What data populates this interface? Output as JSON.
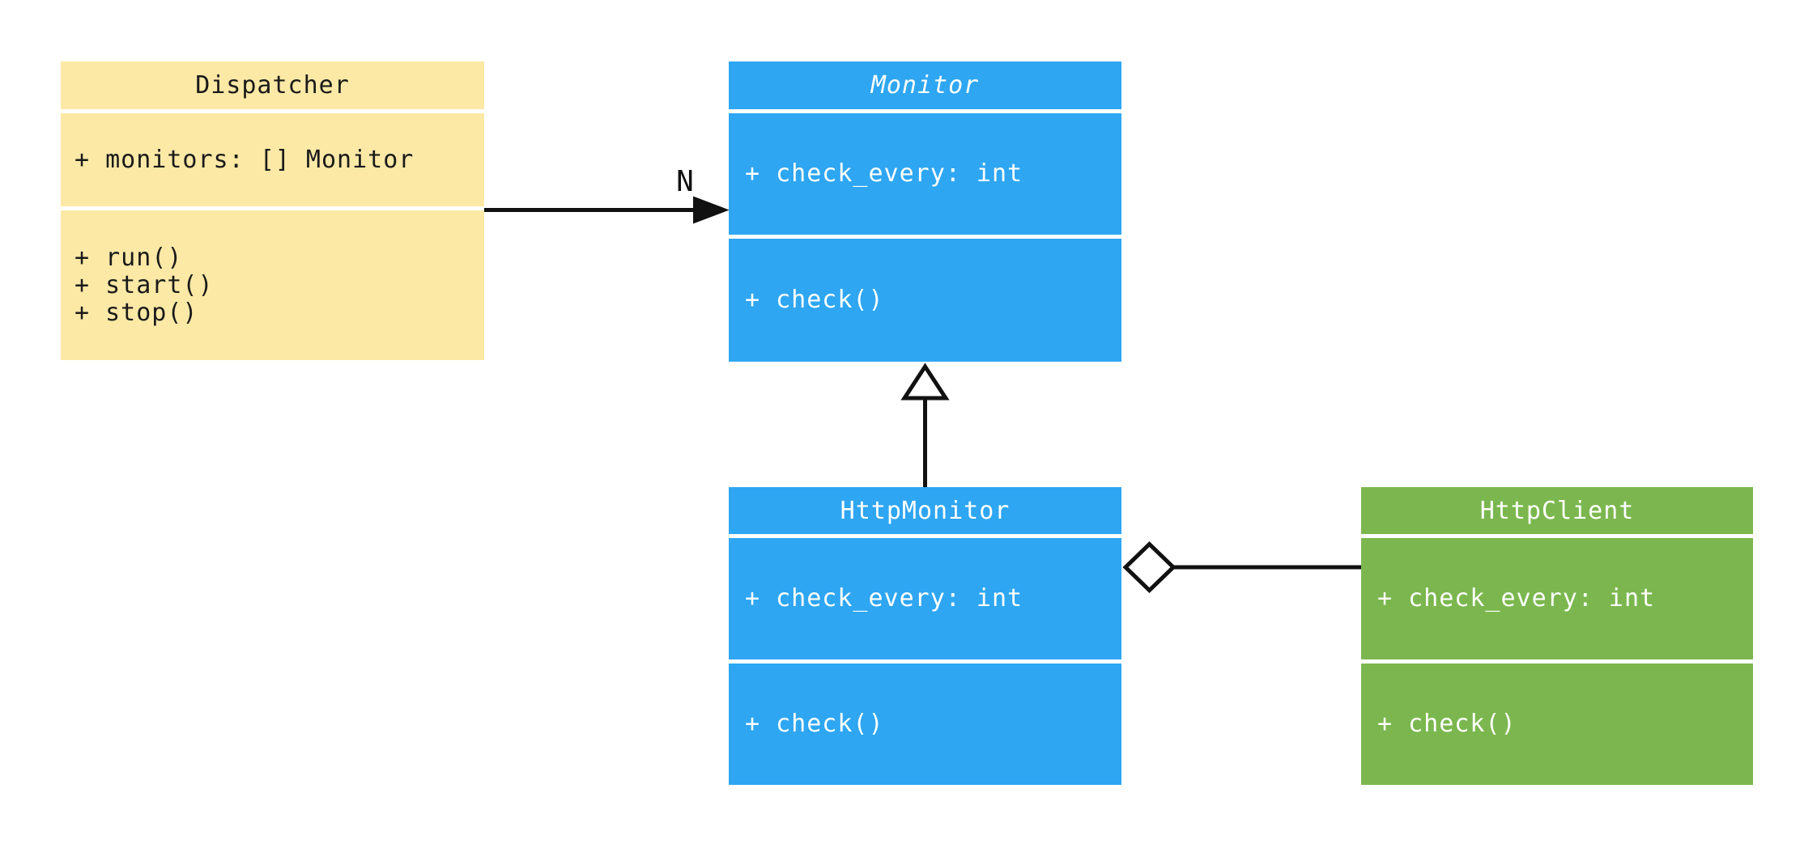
{
  "diagram": {
    "kind": "uml-class-diagram",
    "classes": [
      {
        "name": "Dispatcher",
        "abstract": false,
        "fill": "#FCE9A6",
        "text_color": "#1A1A1A",
        "attributes": [
          "+ monitors: [] Monitor"
        ],
        "methods": [
          "+ run()",
          "+ start()",
          "+ stop()"
        ]
      },
      {
        "name": "Monitor",
        "abstract": true,
        "fill": "#2EA6F2",
        "text_color": "#FFFFFF",
        "attributes": [
          "+ check_every: int"
        ],
        "methods": [
          "+ check()"
        ]
      },
      {
        "name": "HttpMonitor",
        "abstract": false,
        "fill": "#2EA6F2",
        "text_color": "#FFFFFF",
        "attributes": [
          "+ check_every: int"
        ],
        "methods": [
          "+ check()"
        ]
      },
      {
        "name": "HttpClient",
        "abstract": false,
        "fill": "#7BB74E",
        "text_color": "#FFFFFF",
        "attributes": [
          "+ check_every: int"
        ],
        "methods": [
          "+ check()"
        ]
      }
    ],
    "relationships": [
      {
        "type": "association",
        "from": "Dispatcher",
        "to": "Monitor",
        "label": "N",
        "marker": "filled-arrowhead"
      },
      {
        "type": "inheritance",
        "from": "HttpMonitor",
        "to": "Monitor",
        "label": "",
        "marker": "hollow-triangle"
      },
      {
        "type": "aggregation",
        "from": "HttpMonitor",
        "to": "HttpClient",
        "label": "",
        "marker": "hollow-diamond"
      }
    ],
    "colors": {
      "background": "#FFFFFF",
      "line": "#111111",
      "yellow_class_fill": "#FCE9A6",
      "blue_class_fill": "#2EA6F2",
      "green_class_fill": "#7BB74E"
    }
  }
}
